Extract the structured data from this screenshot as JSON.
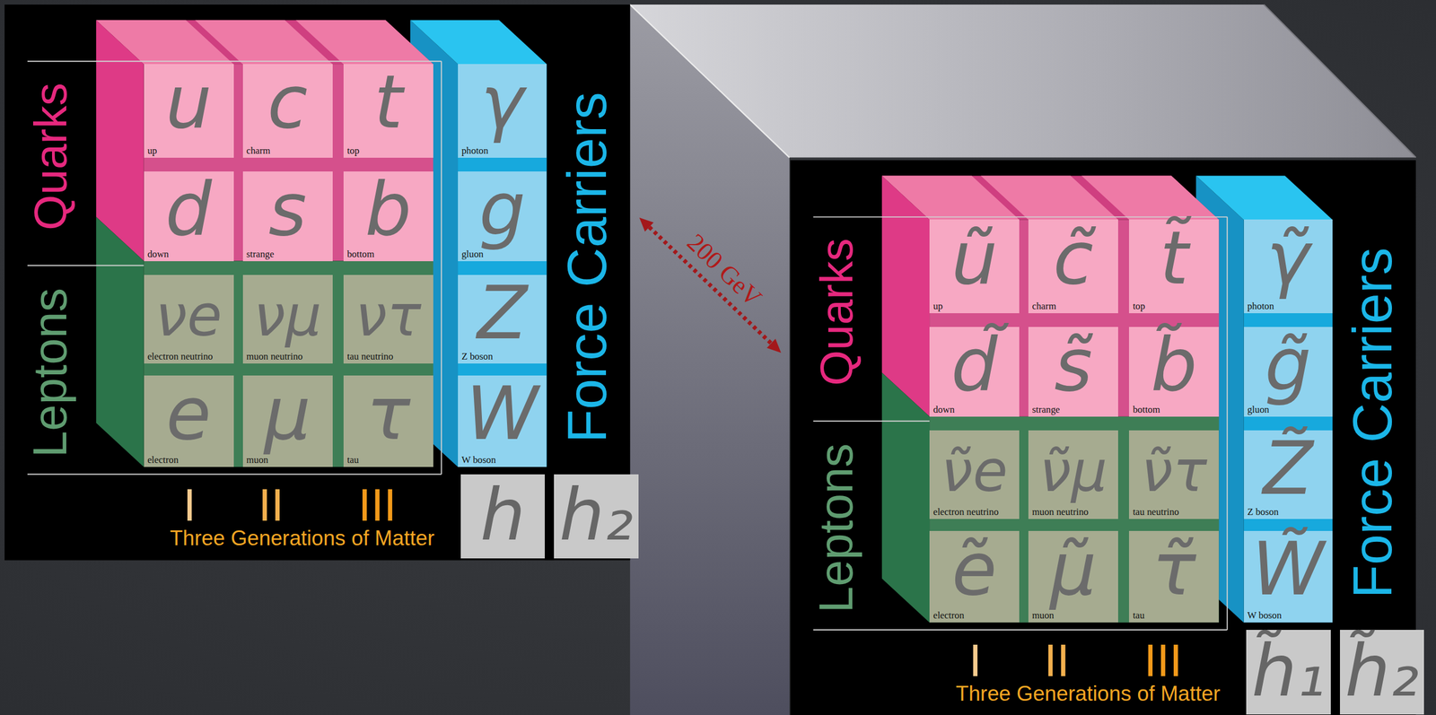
{
  "diagram": {
    "nodes": [
      {
        "text": [
          "Quarks",
          "Leptons",
          "Force Carriers",
          "I",
          "II",
          "III",
          "Three Generations of Matter"
        ]
      },
      {
        "text": [
          "u",
          "up"
        ],
        "in": 0
      },
      {
        "text": [
          "c",
          "charm"
        ],
        "in": 0
      },
      {
        "text": [
          "t",
          "top"
        ],
        "in": 0
      },
      {
        "text": [
          "γ",
          "photon"
        ],
        "in": 0
      },
      {
        "text": [
          "d",
          "down"
        ],
        "in": 0
      },
      {
        "text": [
          "s",
          "strange"
        ],
        "in": 0
      },
      {
        "text": [
          "b",
          "bottom"
        ],
        "in": 0
      },
      {
        "text": [
          "g",
          "gluon"
        ],
        "in": 0
      },
      {
        "text": [
          "νe",
          "electron neutrino"
        ],
        "in": 0
      },
      {
        "text": [
          "νμ",
          "muon neutrino"
        ],
        "in": 0
      },
      {
        "text": [
          "ντ",
          "tau neutrino"
        ],
        "in": 0
      },
      {
        "text": [
          "Z",
          "Z boson"
        ],
        "in": 0
      },
      {
        "text": [
          "e",
          "electron"
        ],
        "in": 0
      },
      {
        "text": [
          "μ",
          "muon"
        ],
        "in": 0
      },
      {
        "text": [
          "τ",
          "tau"
        ],
        "in": 0
      },
      {
        "text": [
          "W",
          "W boson"
        ],
        "in": 0
      },
      {
        "text": [
          "h"
        ],
        "in": 0
      },
      {
        "text": [
          "h₂"
        ]
      },
      {
        "text": [
          "Quarks",
          "Leptons",
          "Force Carriers",
          "I",
          "II",
          "III",
          "Three Generations of Matter"
        ]
      },
      {
        "text": [
          "ũ",
          "up"
        ],
        "in": 19
      },
      {
        "text": [
          "c̃",
          "charm"
        ],
        "in": 19
      },
      {
        "text": [
          "t̃",
          "top"
        ],
        "in": 19
      },
      {
        "text": [
          "γ̃",
          "photon"
        ],
        "in": 19
      },
      {
        "text": [
          "d̃",
          "down"
        ],
        "in": 19
      },
      {
        "text": [
          "s̃",
          "strange"
        ],
        "in": 19
      },
      {
        "text": [
          "b̃",
          "bottom"
        ],
        "in": 19
      },
      {
        "text": [
          "g̃",
          "gluon"
        ],
        "in": 19
      },
      {
        "text": [
          "ν̃e",
          "electron neutrino"
        ],
        "in": 19
      },
      {
        "text": [
          "ν̃μ",
          "muon neutrino"
        ],
        "in": 19
      },
      {
        "text": [
          "ν̃τ",
          "tau neutrino"
        ],
        "in": 19
      },
      {
        "text": [
          "Z̃",
          "Z boson"
        ],
        "in": 19
      },
      {
        "text": [
          "ẽ",
          "electron"
        ],
        "in": 19
      },
      {
        "text": [
          "μ̃",
          "muon"
        ],
        "in": 19
      },
      {
        "text": [
          "τ̃",
          "tau"
        ],
        "in": 19
      },
      {
        "text": [
          "W̃",
          "W boson"
        ],
        "in": 19
      },
      {
        "text": [
          "h̃₁"
        ],
        "in": 19
      },
      {
        "text": [
          "h̃₂"
        ]
      }
    ],
    "edges": [
      {
        "from": 0,
        "to": 19,
        "arrow": "both",
        "label": "200 GeV"
      }
    ]
  }
}
